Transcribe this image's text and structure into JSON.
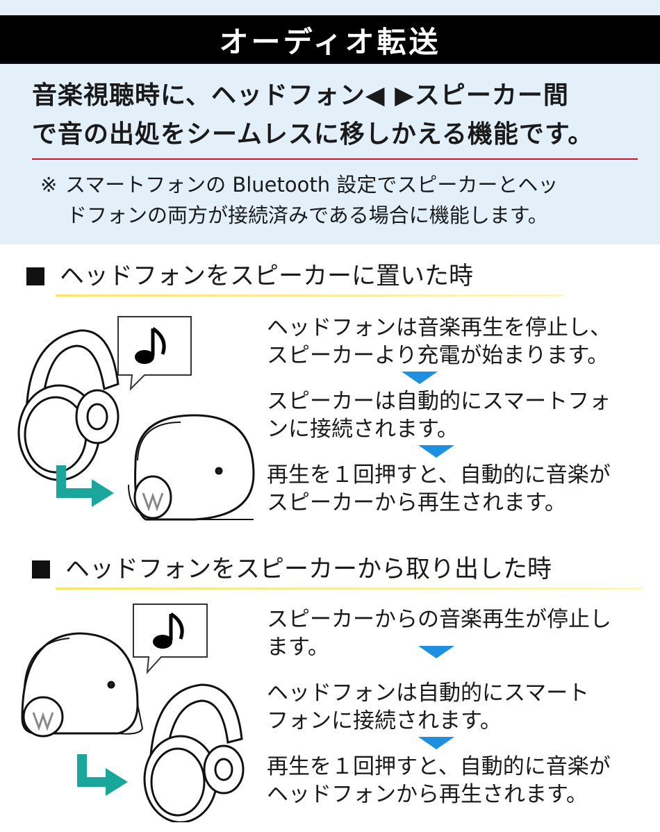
{
  "title": "オーディオ転送",
  "lead": {
    "line1": "音楽視聴時に、ヘッドフォン◀ ▶スピーカー間",
    "line2": "で音の出処をシームレスに移しかえる機能です。"
  },
  "note": {
    "mark": "※",
    "line1": "スマートフォンの Bluetooth 設定でスピーカーとヘッ",
    "line2": "ドフォンの両方が接続済みである場合に機能します。"
  },
  "sections": [
    {
      "heading": "ヘッドフォンをスピーカーに置いた時",
      "steps": [
        {
          "line1": "ヘッドフォンは音楽再生を停止し、",
          "line2": "スピーカーより充電が始まります。"
        },
        {
          "line1": "スピーカーは自動的にスマートフォ",
          "line2": "ンに接続されます。"
        },
        {
          "line1": "再生を１回押すと、自動的に音楽が",
          "line2": "スピーカーから再生されます。"
        }
      ]
    },
    {
      "heading": "ヘッドフォンをスピーカーから取り出した時",
      "steps": [
        {
          "line1": "スピーカーからの音楽再生が停止し",
          "line2": "ます。"
        },
        {
          "line1": "ヘッドフォンは自動的にスマート",
          "line2": "フォンに接続されます。"
        },
        {
          "line1": "再生を１回押すと、自動的に音楽が",
          "line2": "ヘッドフォンから再生されます。"
        }
      ]
    }
  ],
  "icons": {
    "music_note": "music-note-icon",
    "speech_bubble": "speech-bubble-icon",
    "headphones": "headphones-icon",
    "speaker": "speaker-icon",
    "transfer_arrow": "teal-arrow-icon",
    "step_arrow": "blue-down-triangle-icon"
  },
  "colors": {
    "title_bg": "#000000",
    "top_bg": "#e3f0fa",
    "rule": "#c8102e",
    "step_arrow": "#1f8fe0",
    "transfer_arrow": "#1aa69a",
    "underline": "#f8e25a"
  }
}
